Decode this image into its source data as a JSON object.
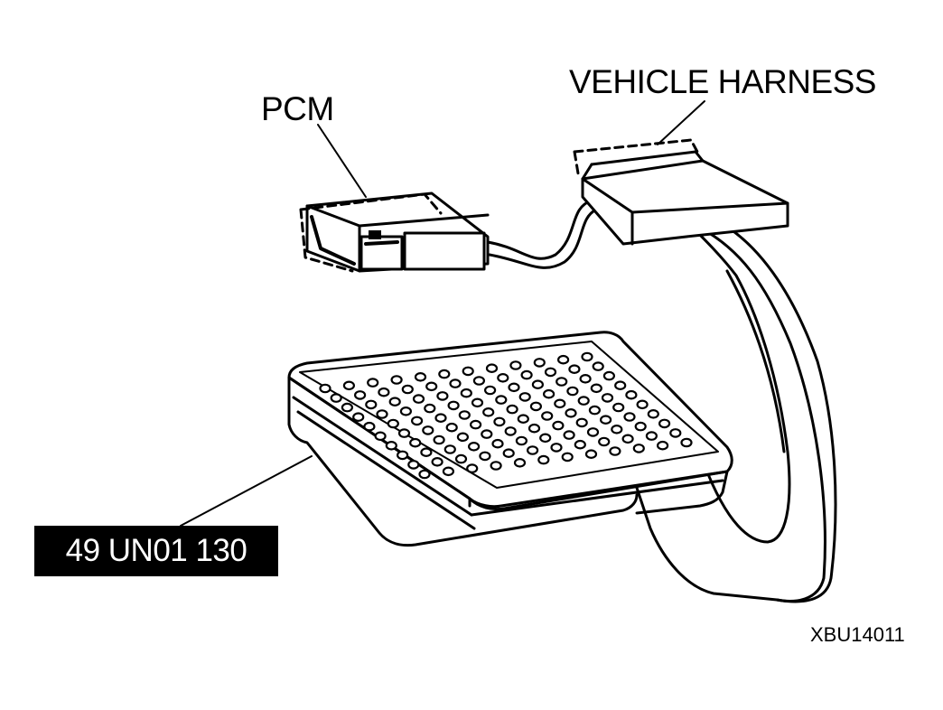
{
  "labels": {
    "pcm": "PCM",
    "vehicle_harness": "VEHICLE HARNESS",
    "part_number": "49 UN01 130",
    "figure_id": "XBU14011"
  },
  "colors": {
    "line": "#000000",
    "background": "#ffffff",
    "part_box_bg": "#000000",
    "part_box_text": "#ffffff"
  }
}
